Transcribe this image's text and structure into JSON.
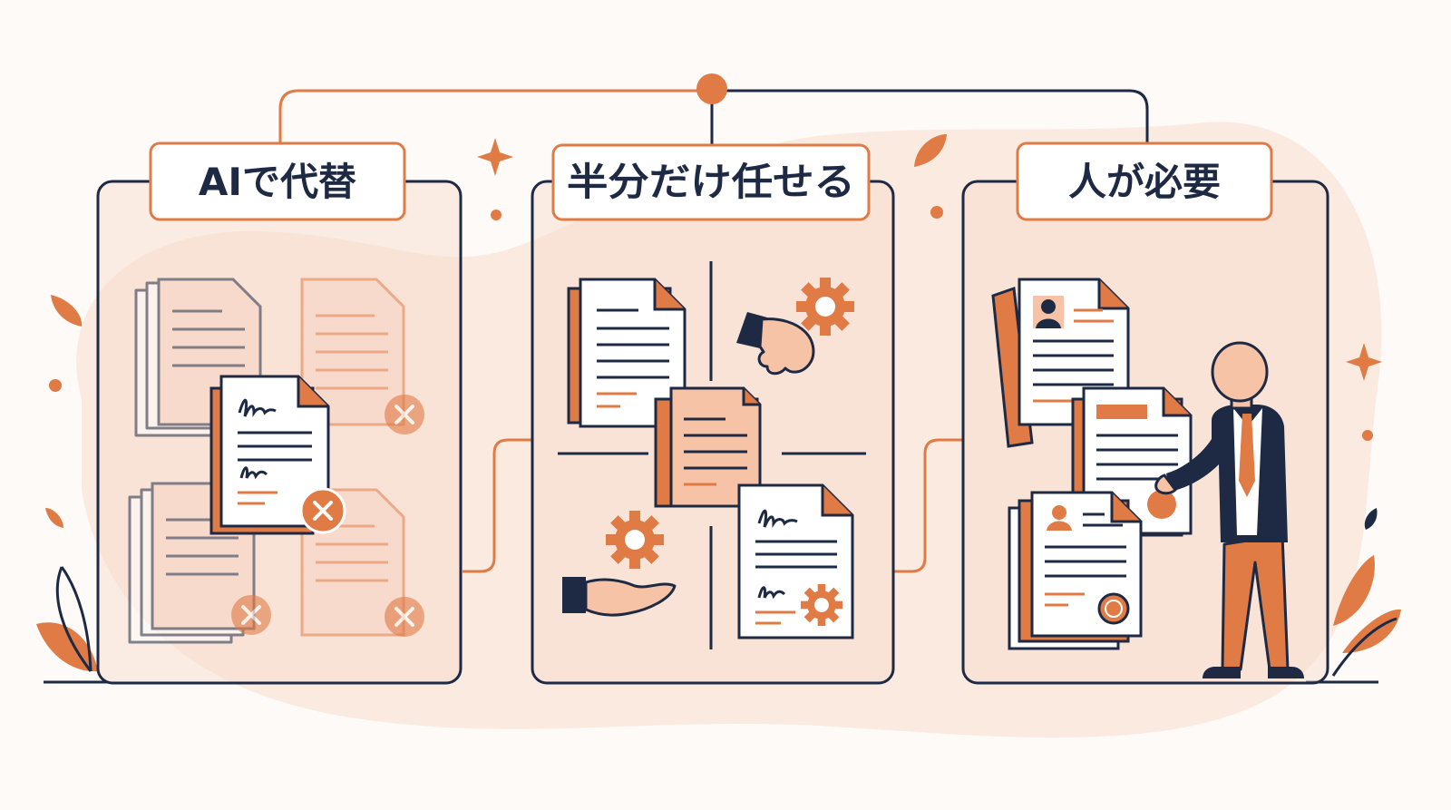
{
  "columns": [
    {
      "title": "AIで代替"
    },
    {
      "title": "半分だけ任せる"
    },
    {
      "title": "人が必要"
    }
  ],
  "colors": {
    "navy": "#1e2a44",
    "orange": "#e07b45",
    "peach": "#f6d4c2",
    "pale": "#f9e6dc",
    "background": "#fdfaf8"
  }
}
